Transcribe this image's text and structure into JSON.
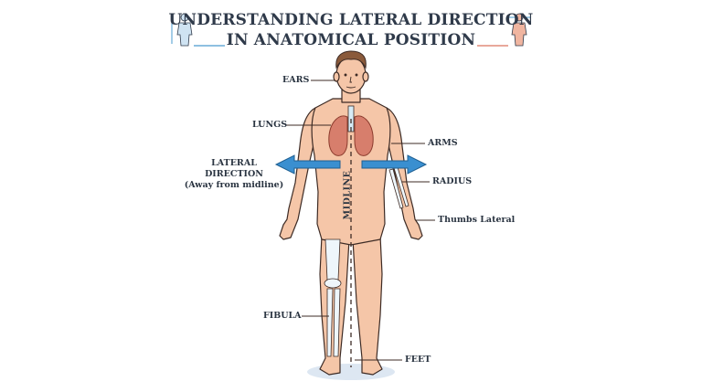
{
  "title": {
    "line1": "UNDERSTANDING LATERAL DIRECTION",
    "line2": "IN ANATOMICAL POSITION"
  },
  "labels": {
    "ears": "EARS",
    "lungs": "LUNGS",
    "arms": "ARMS",
    "lateral_line1": "LATERAL",
    "lateral_line2": "DIRECTION",
    "lateral_line3": "(Away from midline)",
    "radius": "RADIUS",
    "thumbs": "Thumbs Lateral",
    "midline": "MIDLINE",
    "fibula": "FIBULA",
    "feet": "FEET"
  },
  "colors": {
    "skin": "#f5c6a8",
    "outline": "#3d2b25",
    "lungs": "#d77e6c",
    "arrow": "#3a8fd0",
    "title": "#2f3a4a",
    "accent_left": "#4a9bcf",
    "accent_right": "#d9735f"
  }
}
